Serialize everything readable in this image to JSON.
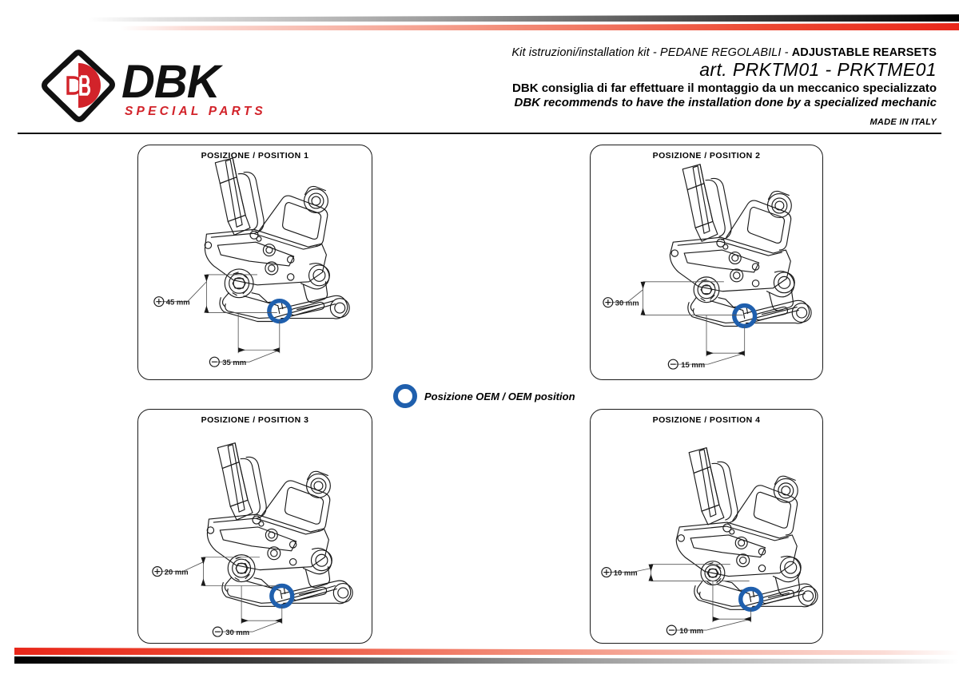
{
  "document": {
    "made_in": "MADE IN ITALY"
  },
  "brand": {
    "name": "DBK",
    "tagline": "SPECIAL PARTS",
    "monogram": "DB",
    "logo_red": "#D2232A",
    "logo_black": "#111111"
  },
  "header": {
    "kit_line_prefix": "Kit istruzioni/installation kit - PEDANE REGOLABILI - ",
    "kit_line_bold": "ADJUSTABLE REARSETS",
    "article": "art. PRKTM01 - PRKTME01",
    "advice_it": "DBK consiglia di far effettuare il montaggio da un meccanico specializzato",
    "advice_en": "DBK recommends to have the installation done by a specialized mechanic"
  },
  "legend": {
    "label": "Posizione OEM / OEM position",
    "ring_color": "#1F5FAD"
  },
  "panels": [
    {
      "id": "position-1",
      "title": "POSIZIONE / POSITION 1",
      "vertical_symbol": "plus",
      "vertical_value": "45 mm",
      "horizontal_symbol": "minus",
      "horizontal_value": "35 mm"
    },
    {
      "id": "position-2",
      "title": "POSIZIONE / POSITION 2",
      "vertical_symbol": "plus",
      "vertical_value": "30 mm",
      "horizontal_symbol": "minus",
      "horizontal_value": "15 mm"
    },
    {
      "id": "position-3",
      "title": "POSIZIONE / POSITION 3",
      "vertical_symbol": "plus",
      "vertical_value": "20 mm",
      "horizontal_symbol": "minus",
      "horizontal_value": "30 mm"
    },
    {
      "id": "position-4",
      "title": "POSIZIONE / POSITION 4",
      "vertical_symbol": "plus",
      "vertical_value": "10 mm",
      "horizontal_symbol": "minus",
      "horizontal_value": "10 mm"
    }
  ]
}
